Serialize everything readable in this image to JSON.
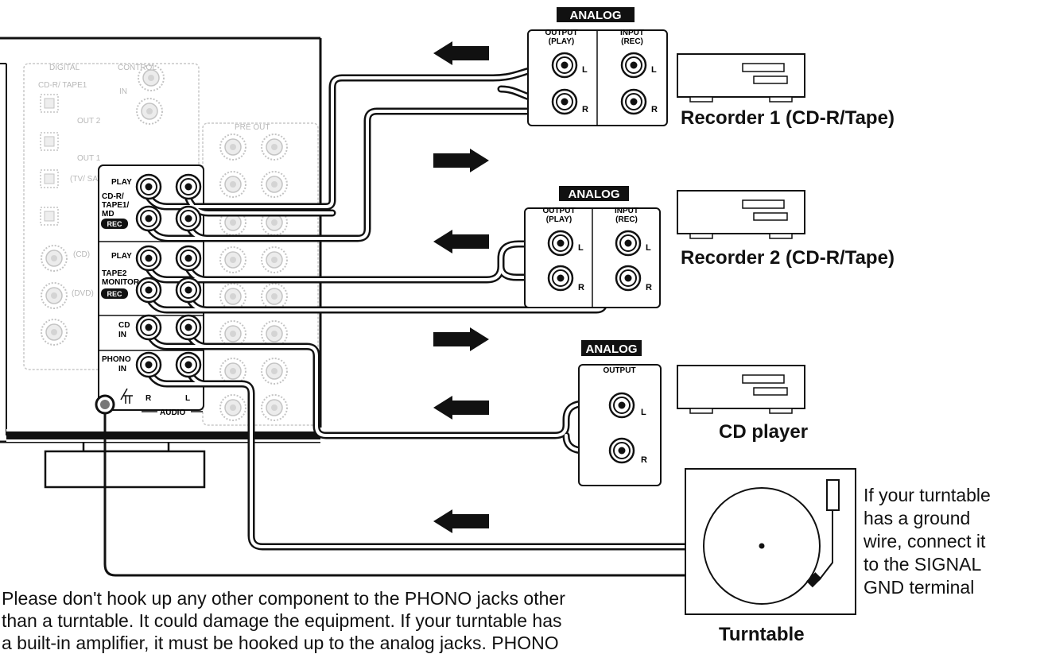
{
  "receiver": {
    "jack_groups": {
      "tape1_play": "PLAY",
      "tape1_name_1": "CD-R/",
      "tape1_name_2": "TAPE1/",
      "tape1_name_3": "MD",
      "tape1_rec": "REC",
      "tape2_play": "PLAY",
      "tape2_name_1": "TAPE2",
      "tape2_name_2": "MONITOR",
      "tape2_rec": "REC",
      "cd_1": "CD",
      "cd_2": "IN",
      "phono_1": "PHONO",
      "phono_2": "IN",
      "r": "R",
      "l": "L",
      "audio": "AUDIO"
    },
    "faded_labels": {
      "digital": "DIGITAL",
      "control": "CONTROL",
      "in": "IN",
      "out2": "OUT 2",
      "out1": "OUT 1",
      "preout": "PRE OUT",
      "cdrtape": "CD-R/ TAPE1",
      "tvsat": "(TV/ SAT)",
      "cd": "(CD)",
      "dvd": "(DVD)"
    }
  },
  "recorder1": {
    "badge": "ANALOG",
    "output_1": "OUTPUT",
    "output_2": "(PLAY)",
    "input_1": "INPUT",
    "input_2": "(REC)",
    "l": "L",
    "r": "R",
    "label": "Recorder 1 (CD-R/Tape)"
  },
  "recorder2": {
    "badge": "ANALOG",
    "output_1": "OUTPUT",
    "output_2": "(PLAY)",
    "input_1": "INPUT",
    "input_2": "(REC)",
    "l": "L",
    "r": "R",
    "label": "Recorder 2 (CD-R/Tape)"
  },
  "cd_player": {
    "badge": "ANALOG",
    "output": "OUTPUT",
    "l": "L",
    "r": "R",
    "label": "CD player"
  },
  "turntable": {
    "label": "Turntable",
    "ground_note": [
      "If your turntable",
      "has a ground",
      "wire, connect it",
      "to the SIGNAL",
      "GND terminal"
    ]
  },
  "warning": [
    "Please don't hook up any other component to the PHONO jacks other",
    "than a turntable. It could damage the equipment. If your turntable has",
    "a built-in amplifier, it must be hooked up to the analog jacks. PHONO"
  ]
}
